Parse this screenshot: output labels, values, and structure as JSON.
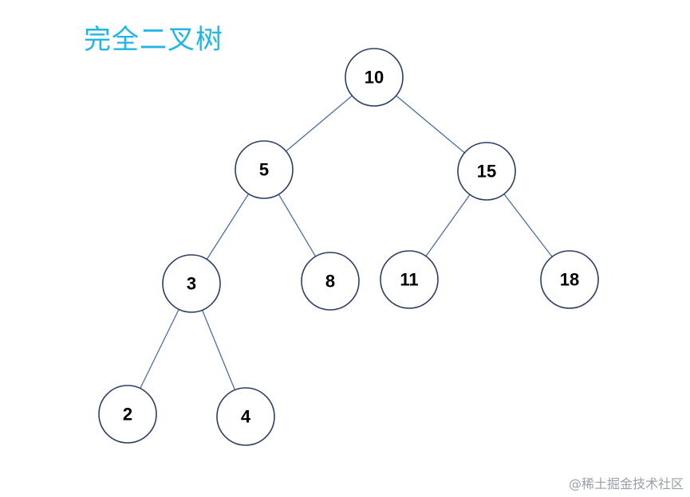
{
  "title": "完全二叉树",
  "nodes": [
    {
      "id": "n10",
      "label": "10"
    },
    {
      "id": "n5",
      "label": "5"
    },
    {
      "id": "n15",
      "label": "15"
    },
    {
      "id": "n3",
      "label": "3"
    },
    {
      "id": "n8",
      "label": "8"
    },
    {
      "id": "n11",
      "label": "11"
    },
    {
      "id": "n18",
      "label": "18"
    },
    {
      "id": "n2",
      "label": "2"
    },
    {
      "id": "n4",
      "label": "4"
    }
  ],
  "edges": [
    {
      "from": "n10",
      "to": "n5"
    },
    {
      "from": "n10",
      "to": "n15"
    },
    {
      "from": "n5",
      "to": "n3"
    },
    {
      "from": "n5",
      "to": "n8"
    },
    {
      "from": "n15",
      "to": "n11"
    },
    {
      "from": "n15",
      "to": "n18"
    },
    {
      "from": "n3",
      "to": "n2"
    },
    {
      "from": "n3",
      "to": "n4"
    }
  ],
  "colors": {
    "edge": "#4a6fa5",
    "node_stroke": "#2d3e66",
    "title": "#1fb6e6"
  },
  "watermark": "@稀土掘金技术社区"
}
